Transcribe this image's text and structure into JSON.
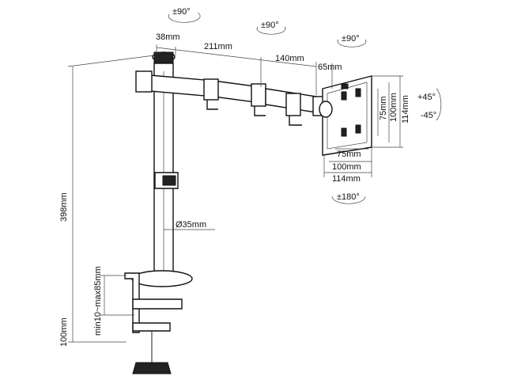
{
  "diagram": {
    "rotations": {
      "arm_base": "±90°",
      "arm_mid": "±90°",
      "head": "±90°",
      "tilt_up": "+45°",
      "tilt_down": "-45°",
      "swivel": "±180°"
    },
    "dimensions": {
      "pole_offset": "38mm",
      "arm1_length": "211mm",
      "arm2_length": "140mm",
      "head_offset": "65mm",
      "pole_height": "398mm",
      "pole_diameter": "Ø35mm",
      "desk_clamp_range": "min10~max85mm",
      "clamp_height": "100mm",
      "vesa_h_75": "75mm",
      "vesa_h_100": "100mm",
      "vesa_h_114": "114mm",
      "vesa_v_75": "75mm",
      "vesa_v_100": "100mm",
      "vesa_v_114": "114mm"
    }
  }
}
